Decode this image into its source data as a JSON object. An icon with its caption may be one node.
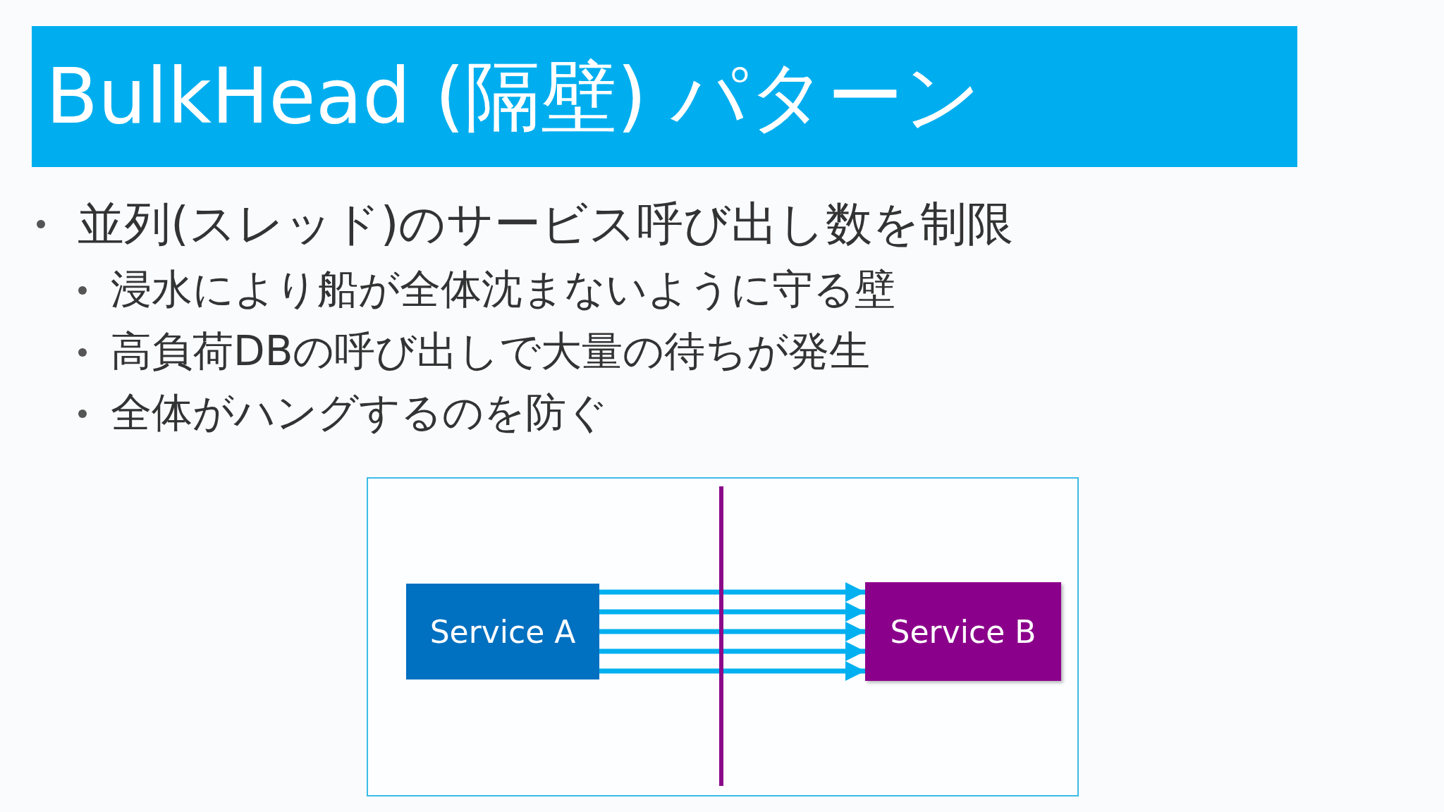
{
  "diagram": {
    "title": "BulkHead (隔壁) パターン",
    "nodes": [
      {
        "text": [
          "Service A"
        ]
      },
      {
        "text": [
          "Service B"
        ]
      }
    ],
    "edges": [
      {
        "from": 0,
        "to": 1,
        "arrow": "to"
      },
      {
        "from": 0,
        "to": 1,
        "arrow": "to"
      },
      {
        "from": 0,
        "to": 1,
        "arrow": "to"
      },
      {
        "from": 0,
        "to": 1,
        "arrow": "to"
      },
      {
        "from": 0,
        "to": 1,
        "arrow": "to"
      }
    ],
    "labels": [
      "並列(スレッド)のサービス呼び出し数を制限",
      "浸水により船が全体沈まないように守る壁",
      "高負荷DBの呼び出しで大量の待ちが発生",
      "全体がハングするのを防ぐ"
    ]
  }
}
